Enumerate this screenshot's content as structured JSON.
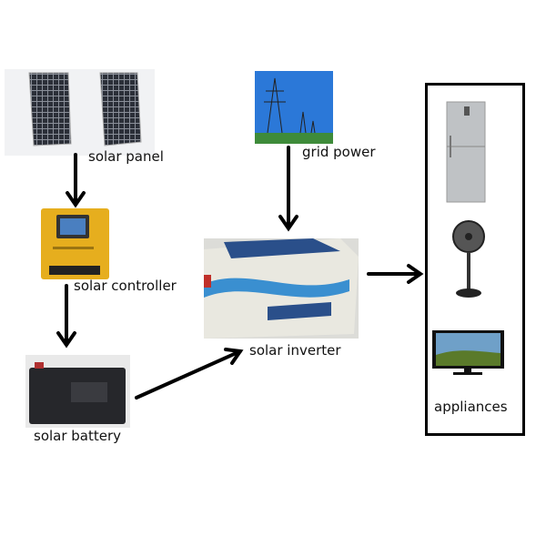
{
  "nodes": {
    "solar_panel": "solar panel",
    "solar_controller": "solar controller",
    "solar_battery": "solar battery",
    "grid_power": "grid power",
    "solar_inverter": "solar inverter",
    "appliances": "appliances"
  },
  "flows": [
    [
      "solar panel",
      "solar controller"
    ],
    [
      "solar controller",
      "solar battery"
    ],
    [
      "solar battery",
      "solar inverter"
    ],
    [
      "grid power",
      "solar inverter"
    ],
    [
      "solar inverter",
      "appliances"
    ]
  ],
  "colors": {
    "controller": "#e6ae1e",
    "sky": "#2b78d8",
    "inverter_accent": "#3a8fd0"
  }
}
